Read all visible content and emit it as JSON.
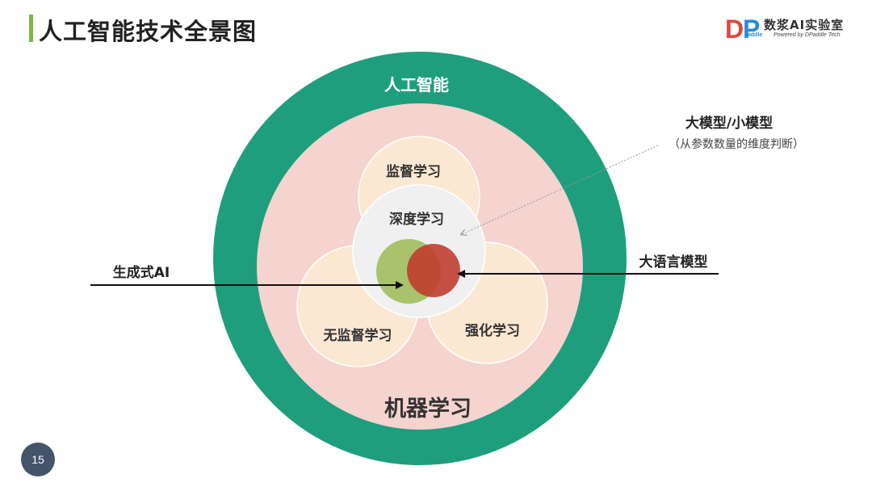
{
  "header": {
    "title": "人工智能技术全景图"
  },
  "logo": {
    "d_letter": "D",
    "p_letter": "P",
    "addle": "addle",
    "name_cn": "数浆AI实验室",
    "tagline": "Powered by DPaddle Tech"
  },
  "diagram": {
    "outer_label": "人工智能",
    "ml_label": "机器学习",
    "supervised_label": "监督学习",
    "unsupervised_label": "无监督学习",
    "reinforcement_label": "强化学习",
    "deep_label": "深度学习",
    "genai_label": "生成式AI",
    "llm_label": "大语言模型",
    "model_size_label": "大模型/小模型",
    "model_size_note": "（从参数数量的维度判断）"
  },
  "colors": {
    "outer_ring": "#1f9e7e",
    "ml_fill": "#f5d3cf",
    "learning_fill": "#fbe8d3",
    "deep_fill": "#f0f0f0",
    "genai_fill": "#a8c36b",
    "llm_fill": "#c0392b",
    "accent_bar": "#7ab648"
  },
  "page": {
    "number": "15"
  }
}
